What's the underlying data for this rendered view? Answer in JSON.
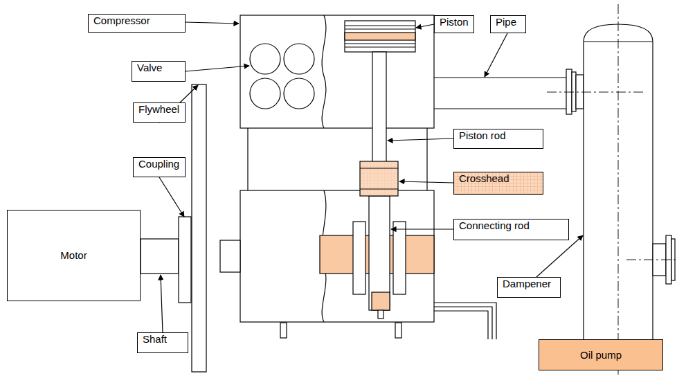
{
  "diagram": {
    "nodes": [
      {
        "text": [
          "Compressor"
        ]
      },
      {
        "text": [
          "Piston"
        ]
      },
      {
        "text": [
          "Pipe"
        ]
      },
      {
        "text": [
          "Valve"
        ]
      },
      {
        "text": [
          "Piston rod"
        ]
      },
      {
        "text": [
          "Flywheel"
        ]
      },
      {
        "text": [
          "Crosshead"
        ]
      },
      {
        "text": [
          "Coupling"
        ]
      },
      {
        "text": [
          "Connecting rod"
        ]
      },
      {
        "text": [
          "Motor"
        ]
      },
      {
        "text": [
          "Dampener"
        ]
      },
      {
        "text": [
          "Shaft"
        ]
      },
      {
        "text": [
          "Oil pump"
        ]
      }
    ]
  }
}
